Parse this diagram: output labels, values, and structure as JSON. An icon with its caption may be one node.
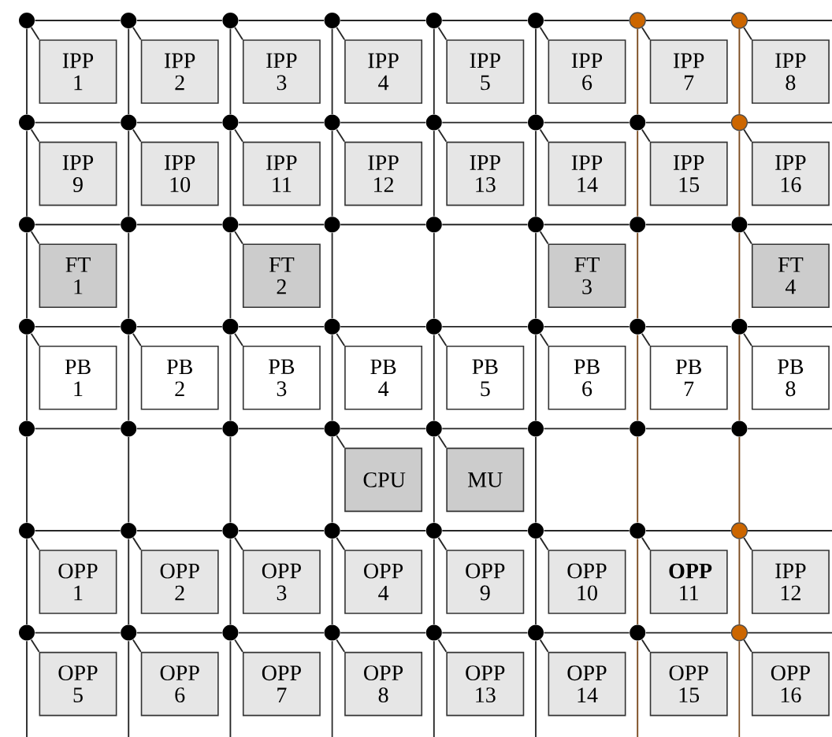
{
  "diagram": {
    "nodes": [
      {
        "text": [],
        "shape": "circle"
      },
      {
        "text": [],
        "shape": "circle"
      },
      {
        "text": [],
        "shape": "circle"
      },
      {
        "text": [],
        "shape": "circle"
      },
      {
        "text": [],
        "shape": "circle"
      },
      {
        "text": [],
        "shape": "circle"
      },
      {
        "text": [],
        "shape": "circle"
      },
      {
        "text": [],
        "shape": "circle"
      },
      {
        "text": [],
        "shape": "circle"
      },
      {
        "text": [],
        "shape": "circle"
      },
      {
        "text": [],
        "shape": "circle"
      },
      {
        "text": [],
        "shape": "circle"
      },
      {
        "text": [],
        "shape": "circle"
      },
      {
        "text": [],
        "shape": "circle"
      },
      {
        "text": [],
        "shape": "circle"
      },
      {
        "text": [],
        "shape": "circle"
      },
      {
        "text": [],
        "shape": "circle"
      },
      {
        "text": [],
        "shape": "circle"
      },
      {
        "text": [],
        "shape": "circle"
      },
      {
        "text": [],
        "shape": "circle"
      },
      {
        "text": [],
        "shape": "circle"
      },
      {
        "text": [],
        "shape": "circle"
      },
      {
        "text": [],
        "shape": "circle"
      },
      {
        "text": [],
        "shape": "circle"
      },
      {
        "text": [],
        "shape": "circle"
      },
      {
        "text": [],
        "shape": "circle"
      },
      {
        "text": [],
        "shape": "circle"
      },
      {
        "text": [],
        "shape": "circle"
      },
      {
        "text": [],
        "shape": "circle"
      },
      {
        "text": [],
        "shape": "circle"
      },
      {
        "text": [],
        "shape": "circle"
      },
      {
        "text": [],
        "shape": "circle"
      },
      {
        "text": [],
        "shape": "circle"
      },
      {
        "text": [],
        "shape": "circle"
      },
      {
        "text": [],
        "shape": "circle"
      },
      {
        "text": [],
        "shape": "circle"
      },
      {
        "text": [],
        "shape": "circle"
      },
      {
        "text": [],
        "shape": "circle"
      },
      {
        "text": [],
        "shape": "circle"
      },
      {
        "text": [],
        "shape": "circle"
      },
      {
        "text": [],
        "shape": "circle"
      },
      {
        "text": [],
        "shape": "circle"
      },
      {
        "text": [],
        "shape": "circle"
      },
      {
        "text": [],
        "shape": "circle"
      },
      {
        "text": [],
        "shape": "circle"
      },
      {
        "text": [],
        "shape": "circle"
      },
      {
        "text": [],
        "shape": "circle"
      },
      {
        "text": [],
        "shape": "circle"
      },
      {
        "text": [],
        "shape": "circle"
      },
      {
        "text": [],
        "shape": "circle"
      },
      {
        "text": [],
        "shape": "circle"
      },
      {
        "text": [],
        "shape": "circle"
      },
      {
        "text": [],
        "shape": "circle"
      },
      {
        "text": [],
        "shape": "circle"
      },
      {
        "text": [],
        "shape": "circle"
      },
      {
        "text": [],
        "shape": "circle"
      },
      {
        "text": [
          "IPP 1"
        ]
      },
      {
        "text": [
          "IPP 2"
        ]
      },
      {
        "text": [
          "IPP 3"
        ]
      },
      {
        "text": [
          "IPP 4"
        ]
      },
      {
        "text": [
          "IPP 5"
        ]
      },
      {
        "text": [
          "IPP 6"
        ]
      },
      {
        "text": [
          "IPP 7"
        ]
      },
      {
        "text": [
          "IPP 8"
        ]
      },
      {
        "text": [
          "IPP 9"
        ]
      },
      {
        "text": [
          "IPP 10"
        ]
      },
      {
        "text": [
          "IPP 11"
        ]
      },
      {
        "text": [
          "IPP 12"
        ]
      },
      {
        "text": [
          "IPP 13"
        ]
      },
      {
        "text": [
          "IPP 14"
        ]
      },
      {
        "text": [
          "IPP 15"
        ]
      },
      {
        "text": [
          "IPP 16"
        ]
      },
      {
        "text": [
          "FT 1"
        ]
      },
      {
        "text": [
          "FT 2"
        ]
      },
      {
        "text": [
          "FT 3"
        ]
      },
      {
        "text": [
          "FT 4"
        ]
      },
      {
        "text": [
          "PB 1"
        ]
      },
      {
        "text": [
          "PB 2"
        ]
      },
      {
        "text": [
          "PB 3"
        ]
      },
      {
        "text": [
          "PB 4"
        ]
      },
      {
        "text": [
          "PB 5"
        ]
      },
      {
        "text": [
          "PB 6"
        ]
      },
      {
        "text": [
          "PB 7"
        ]
      },
      {
        "text": [
          "PB 8"
        ]
      },
      {
        "text": [
          "CPU"
        ]
      },
      {
        "text": [
          "MU"
        ]
      },
      {
        "text": [
          "OPP 1"
        ]
      },
      {
        "text": [
          "OPP 2"
        ]
      },
      {
        "text": [
          "OPP 3"
        ]
      },
      {
        "text": [
          "OPP 4"
        ]
      },
      {
        "text": [
          "OPP 9"
        ]
      },
      {
        "text": [
          "OPP 10"
        ]
      },
      {
        "text": [
          "**OPP** 11"
        ]
      },
      {
        "text": [
          "IPP 12"
        ]
      },
      {
        "text": [
          "OPP 5"
        ]
      },
      {
        "text": [
          "OPP 6"
        ]
      },
      {
        "text": [
          "OPP 7"
        ]
      },
      {
        "text": [
          "OPP 8"
        ]
      },
      {
        "text": [
          "OPP 13"
        ]
      },
      {
        "text": [
          "OPP 14"
        ]
      },
      {
        "text": [
          "OPP 15"
        ]
      },
      {
        "text": [
          "OPP 16"
        ]
      }
    ],
    "edges": [
      {
        "from": 0,
        "to": 1,
        "arrow": "none"
      },
      {
        "from": 1,
        "to": 2,
        "arrow": "none"
      },
      {
        "from": 2,
        "to": 3,
        "arrow": "none"
      },
      {
        "from": 3,
        "to": 4,
        "arrow": "none"
      },
      {
        "from": 4,
        "to": 5,
        "arrow": "none"
      },
      {
        "from": 5,
        "to": 6,
        "arrow": "none"
      },
      {
        "from": 6,
        "to": 7,
        "arrow": "none"
      },
      {
        "from": 7,
        "to": null,
        "arrow": "none"
      },
      {
        "from": 8,
        "to": 9,
        "arrow": "none"
      },
      {
        "from": 9,
        "to": 10,
        "arrow": "none"
      },
      {
        "from": 10,
        "to": 11,
        "arrow": "none"
      },
      {
        "from": 11,
        "to": 12,
        "arrow": "none"
      },
      {
        "from": 12,
        "to": 13,
        "arrow": "none"
      },
      {
        "from": 13,
        "to": 14,
        "arrow": "none"
      },
      {
        "from": 14,
        "to": 15,
        "arrow": "none"
      },
      {
        "from": 15,
        "to": null,
        "arrow": "none"
      },
      {
        "from": 16,
        "to": 17,
        "arrow": "none"
      },
      {
        "from": 17,
        "to": 18,
        "arrow": "none"
      },
      {
        "from": 18,
        "to": 19,
        "arrow": "none"
      },
      {
        "from": 19,
        "to": 20,
        "arrow": "none"
      },
      {
        "from": 20,
        "to": 21,
        "arrow": "none"
      },
      {
        "from": 21,
        "to": 22,
        "arrow": "none"
      },
      {
        "from": 22,
        "to": 23,
        "arrow": "none"
      },
      {
        "from": 23,
        "to": null,
        "arrow": "none"
      },
      {
        "from": 24,
        "to": 25,
        "arrow": "none"
      },
      {
        "from": 25,
        "to": 26,
        "arrow": "none"
      },
      {
        "from": 26,
        "to": 27,
        "arrow": "none"
      },
      {
        "from": 27,
        "to": 28,
        "arrow": "none"
      },
      {
        "from": 28,
        "to": 29,
        "arrow": "none"
      },
      {
        "from": 29,
        "to": 30,
        "arrow": "none"
      },
      {
        "from": 30,
        "to": 31,
        "arrow": "none"
      },
      {
        "from": 31,
        "to": null,
        "arrow": "none"
      },
      {
        "from": 32,
        "to": 33,
        "arrow": "none"
      },
      {
        "from": 33,
        "to": 34,
        "arrow": "none"
      },
      {
        "from": 34,
        "to": 35,
        "arrow": "none"
      },
      {
        "from": 35,
        "to": 36,
        "arrow": "none"
      },
      {
        "from": 36,
        "to": 37,
        "arrow": "none"
      },
      {
        "from": 37,
        "to": 38,
        "arrow": "none"
      },
      {
        "from": 38,
        "to": 39,
        "arrow": "none"
      },
      {
        "from": 39,
        "to": null,
        "arrow": "none"
      },
      {
        "from": 40,
        "to": 41,
        "arrow": "none"
      },
      {
        "from": 41,
        "to": 42,
        "arrow": "none"
      },
      {
        "from": 42,
        "to": 43,
        "arrow": "none"
      },
      {
        "from": 43,
        "to": 44,
        "arrow": "none"
      },
      {
        "from": 44,
        "to": 45,
        "arrow": "none"
      },
      {
        "from": 45,
        "to": 46,
        "arrow": "none"
      },
      {
        "from": 46,
        "to": 47,
        "arrow": "none"
      },
      {
        "from": 47,
        "to": null,
        "arrow": "none"
      },
      {
        "from": 48,
        "to": 49,
        "arrow": "none"
      },
      {
        "from": 49,
        "to": 50,
        "arrow": "none"
      },
      {
        "from": 50,
        "to": 51,
        "arrow": "none"
      },
      {
        "from": 51,
        "to": 52,
        "arrow": "none"
      },
      {
        "from": 52,
        "to": 53,
        "arrow": "none"
      },
      {
        "from": 53,
        "to": 54,
        "arrow": "none"
      },
      {
        "from": 54,
        "to": 55,
        "arrow": "none"
      },
      {
        "from": 55,
        "to": null,
        "arrow": "none"
      },
      {
        "from": 0,
        "to": 8,
        "arrow": "none"
      },
      {
        "from": 8,
        "to": 16,
        "arrow": "none"
      },
      {
        "from": 16,
        "to": 24,
        "arrow": "none"
      },
      {
        "from": 24,
        "to": 32,
        "arrow": "none"
      },
      {
        "from": 32,
        "to": 40,
        "arrow": "none"
      },
      {
        "from": 40,
        "to": 48,
        "arrow": "none"
      },
      {
        "from": 48,
        "to": null,
        "arrow": "none"
      },
      {
        "from": 1,
        "to": 9,
        "arrow": "none"
      },
      {
        "from": 9,
        "to": 17,
        "arrow": "none"
      },
      {
        "from": 17,
        "to": 25,
        "arrow": "none"
      },
      {
        "from": 25,
        "to": 33,
        "arrow": "none"
      },
      {
        "from": 33,
        "to": 41,
        "arrow": "none"
      },
      {
        "from": 41,
        "to": 49,
        "arrow": "none"
      },
      {
        "from": 49,
        "to": null,
        "arrow": "none"
      },
      {
        "from": 2,
        "to": 10,
        "arrow": "none"
      },
      {
        "from": 10,
        "to": 18,
        "arrow": "none"
      },
      {
        "from": 18,
        "to": 26,
        "arrow": "none"
      },
      {
        "from": 26,
        "to": 34,
        "arrow": "none"
      },
      {
        "from": 34,
        "to": 42,
        "arrow": "none"
      },
      {
        "from": 42,
        "to": 50,
        "arrow": "none"
      },
      {
        "from": 50,
        "to": null,
        "arrow": "none"
      },
      {
        "from": 3,
        "to": 11,
        "arrow": "none"
      },
      {
        "from": 11,
        "to": 19,
        "arrow": "none"
      },
      {
        "from": 19,
        "to": 27,
        "arrow": "none"
      },
      {
        "from": 27,
        "to": 35,
        "arrow": "none"
      },
      {
        "from": 35,
        "to": 43,
        "arrow": "none"
      },
      {
        "from": 43,
        "to": 51,
        "arrow": "none"
      },
      {
        "from": 51,
        "to": null,
        "arrow": "none"
      },
      {
        "from": 4,
        "to": 12,
        "arrow": "none"
      },
      {
        "from": 12,
        "to": 20,
        "arrow": "none"
      },
      {
        "from": 20,
        "to": 28,
        "arrow": "none"
      },
      {
        "from": 28,
        "to": 36,
        "arrow": "none"
      },
      {
        "from": 36,
        "to": 44,
        "arrow": "none"
      },
      {
        "from": 44,
        "to": 52,
        "arrow": "none"
      },
      {
        "from": 52,
        "to": null,
        "arrow": "none"
      },
      {
        "from": 5,
        "to": 13,
        "arrow": "none"
      },
      {
        "from": 13,
        "to": 21,
        "arrow": "none"
      },
      {
        "from": 21,
        "to": 29,
        "arrow": "none"
      },
      {
        "from": 29,
        "to": 37,
        "arrow": "none"
      },
      {
        "from": 37,
        "to": 45,
        "arrow": "none"
      },
      {
        "from": 45,
        "to": 53,
        "arrow": "none"
      },
      {
        "from": 53,
        "to": null,
        "arrow": "none"
      },
      {
        "from": 6,
        "to": 14,
        "arrow": "none",
        "color": "#7a4a1e"
      },
      {
        "from": 14,
        "to": 22,
        "arrow": "none",
        "color": "#7a4a1e"
      },
      {
        "from": 22,
        "to": 30,
        "arrow": "none",
        "color": "#7a4a1e"
      },
      {
        "from": 30,
        "to": 38,
        "arrow": "none",
        "color": "#7a4a1e"
      },
      {
        "from": 38,
        "to": 46,
        "arrow": "none",
        "color": "#7a4a1e"
      },
      {
        "from": 46,
        "to": 54,
        "arrow": "none",
        "color": "#7a4a1e"
      },
      {
        "from": 54,
        "to": null,
        "arrow": "none",
        "color": "#7a4a1e"
      },
      {
        "from": 7,
        "to": 15,
        "arrow": "none",
        "color": "#7a4a1e"
      },
      {
        "from": 15,
        "to": 23,
        "arrow": "none",
        "color": "#7a4a1e"
      },
      {
        "from": 23,
        "to": 31,
        "arrow": "none",
        "color": "#7a4a1e"
      },
      {
        "from": 31,
        "to": 39,
        "arrow": "none",
        "color": "#7a4a1e"
      },
      {
        "from": 39,
        "to": 47,
        "arrow": "none",
        "color": "#7a4a1e"
      },
      {
        "from": 47,
        "to": 55,
        "arrow": "none",
        "color": "#7a4a1e"
      },
      {
        "from": 55,
        "to": null,
        "arrow": "none",
        "color": "#7a4a1e"
      },
      {
        "from": 0,
        "to": 56,
        "arrow": "none"
      },
      {
        "from": 1,
        "to": 57,
        "arrow": "none"
      },
      {
        "from": 2,
        "to": 58,
        "arrow": "none"
      },
      {
        "from": 3,
        "to": 59,
        "arrow": "none"
      },
      {
        "from": 4,
        "to": 60,
        "arrow": "none"
      },
      {
        "from": 5,
        "to": 61,
        "arrow": "none"
      },
      {
        "from": 6,
        "to": 62,
        "arrow": "none"
      },
      {
        "from": 7,
        "to": 63,
        "arrow": "none"
      },
      {
        "from": 8,
        "to": 64,
        "arrow": "none"
      },
      {
        "from": 9,
        "to": 65,
        "arrow": "none"
      },
      {
        "from": 10,
        "to": 66,
        "arrow": "none"
      },
      {
        "from": 11,
        "to": 67,
        "arrow": "none"
      },
      {
        "from": 12,
        "to": 68,
        "arrow": "none"
      },
      {
        "from": 13,
        "to": 69,
        "arrow": "none"
      },
      {
        "from": 14,
        "to": 70,
        "arrow": "none"
      },
      {
        "from": 15,
        "to": 71,
        "arrow": "none"
      },
      {
        "from": 16,
        "to": 72,
        "arrow": "none"
      },
      {
        "from": 18,
        "to": 73,
        "arrow": "none"
      },
      {
        "from": 21,
        "to": 74,
        "arrow": "none"
      },
      {
        "from": 23,
        "to": 75,
        "arrow": "none"
      },
      {
        "from": 24,
        "to": 76,
        "arrow": "none"
      },
      {
        "from": 25,
        "to": 77,
        "arrow": "none"
      },
      {
        "from": 26,
        "to": 78,
        "arrow": "none"
      },
      {
        "from": 27,
        "to": 79,
        "arrow": "none"
      },
      {
        "from": 28,
        "to": 80,
        "arrow": "none"
      },
      {
        "from": 29,
        "to": 81,
        "arrow": "none"
      },
      {
        "from": 30,
        "to": 82,
        "arrow": "none"
      },
      {
        "from": 31,
        "to": 83,
        "arrow": "none"
      },
      {
        "from": 35,
        "to": 84,
        "arrow": "none"
      },
      {
        "from": 36,
        "to": 85,
        "arrow": "none"
      },
      {
        "from": 40,
        "to": 86,
        "arrow": "none"
      },
      {
        "from": 41,
        "to": 87,
        "arrow": "none"
      },
      {
        "from": 42,
        "to": 88,
        "arrow": "none"
      },
      {
        "from": 43,
        "to": 89,
        "arrow": "none"
      },
      {
        "from": 44,
        "to": 90,
        "arrow": "none"
      },
      {
        "from": 45,
        "to": 91,
        "arrow": "none"
      },
      {
        "from": 46,
        "to": 92,
        "arrow": "none"
      },
      {
        "from": 47,
        "to": 93,
        "arrow": "none"
      },
      {
        "from": 48,
        "to": 94,
        "arrow": "none"
      },
      {
        "from": 49,
        "to": 95,
        "arrow": "none"
      },
      {
        "from": 50,
        "to": 96,
        "arrow": "none"
      },
      {
        "from": 51,
        "to": 97,
        "arrow": "none"
      },
      {
        "from": 52,
        "to": 98,
        "arrow": "none"
      },
      {
        "from": 53,
        "to": 99,
        "arrow": "none"
      },
      {
        "from": 54,
        "to": 100,
        "arrow": "none"
      },
      {
        "from": 55,
        "to": 101,
        "arrow": "none"
      }
    ]
  }
}
